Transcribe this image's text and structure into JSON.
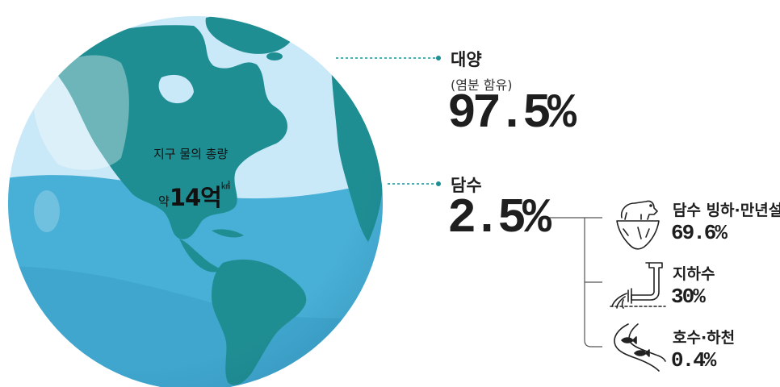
{
  "globe": {
    "label": "지구 물의 총량",
    "amount_prefix": "약",
    "amount_value": "14억",
    "amount_unit": "㎦"
  },
  "ocean": {
    "title": "대양",
    "subtitle": "(염분 함유)",
    "value": "97.5%"
  },
  "freshwater": {
    "title": "담수",
    "value": "2.5%",
    "breakdown": [
      {
        "name": "담수 빙하·만년설",
        "value": "69.6%",
        "icon": "polar-bear-iceberg-icon"
      },
      {
        "name": "지하수",
        "value": "30%",
        "icon": "groundwater-pipe-icon"
      },
      {
        "name": "호수·하천",
        "value": "0.4%",
        "icon": "river-fish-icon"
      }
    ]
  },
  "colors": {
    "land": "#1f8e93",
    "land_dark": "#1a7f84",
    "ocean_upper": "#c9e8f8",
    "ocean_lower": "#48afd6",
    "ocean_deep": "#3a9ec9",
    "leader_line": "#1f8e93"
  }
}
